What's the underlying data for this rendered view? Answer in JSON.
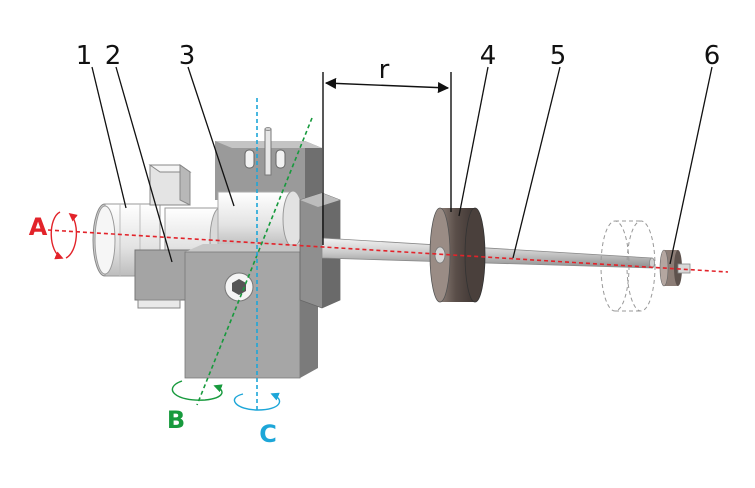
{
  "part_numbers": [
    "1",
    "2",
    "3",
    "4",
    "5",
    "6"
  ],
  "dimension_label": "r",
  "axes": [
    {
      "label": "A",
      "color": "#e2232a"
    },
    {
      "label": "B",
      "color": "#179a3d"
    },
    {
      "label": "C",
      "color": "#1da6d8"
    }
  ],
  "colors": {
    "body_dark": "#8e8e8e",
    "body_mid": "#a9a9a9",
    "body_light": "#d2d2d2",
    "motor_white": "#efefef",
    "weight_brown": "#5e524d",
    "shaft": "#bfbfbf"
  }
}
